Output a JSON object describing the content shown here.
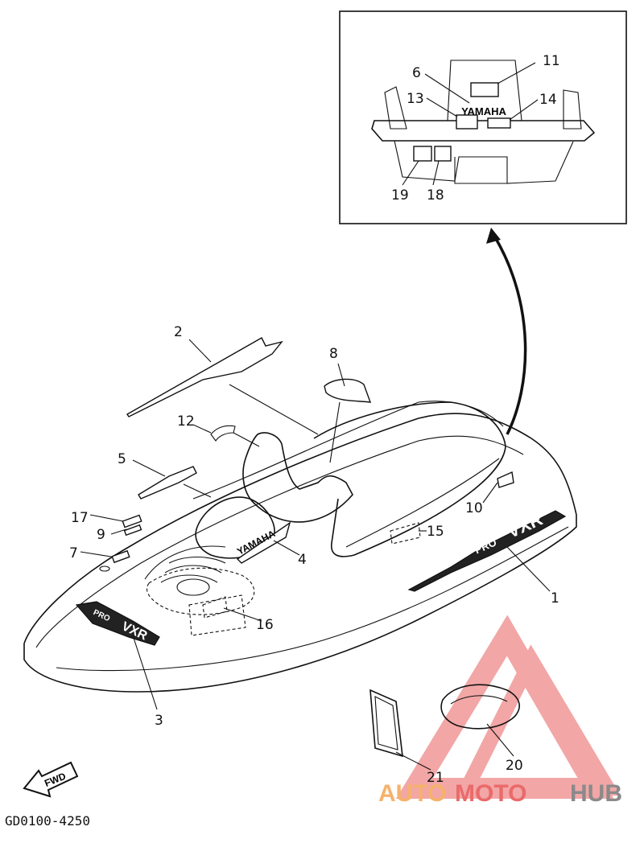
{
  "diagram": {
    "callouts": {
      "c1": "1",
      "c2": "2",
      "c3": "3",
      "c4": "4",
      "c5": "5",
      "c6": "6",
      "c7": "7",
      "c8": "8",
      "c9": "9",
      "c10": "10",
      "c11": "11",
      "c12": "12",
      "c13": "13",
      "c14": "14",
      "c15": "15",
      "c16": "16",
      "c17": "17",
      "c18": "18",
      "c19": "19",
      "c20": "20",
      "c21": "21"
    },
    "decal_text": {
      "yamaha_inset": "YAMAHA",
      "yamaha_hull": "YAMAHA",
      "pro_side": "PRO",
      "vxr_side": "VXR",
      "pro_front": "PRO",
      "vxr_front": "VXR",
      "fwd": "FWD"
    },
    "figure_code": "GD0100-4250",
    "watermark": {
      "part1": "AUTO",
      "part2": "MOTO",
      "part3": "HUB",
      "color_orange": "#f6b26b",
      "color_red": "#ea6a6a",
      "color_gray": "#8a8a8a"
    }
  }
}
